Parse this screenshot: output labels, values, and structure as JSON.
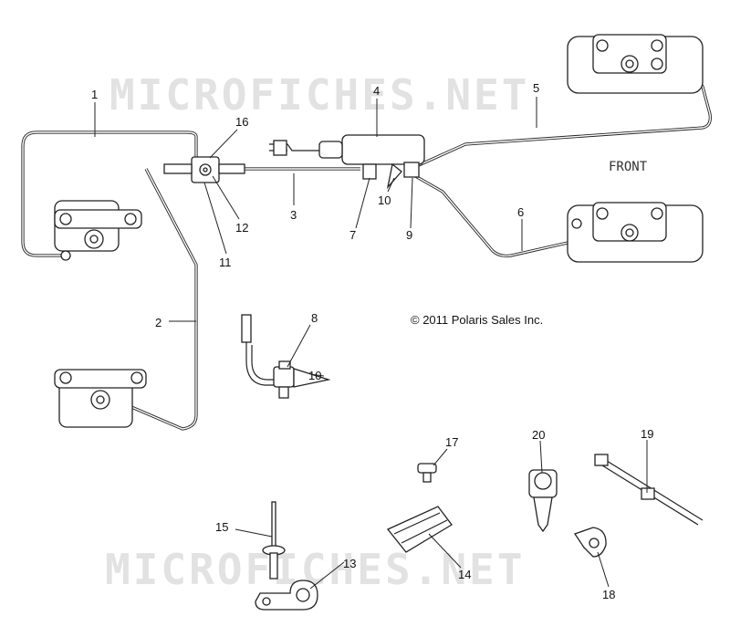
{
  "watermark": {
    "top": "MICROFICHES.NET",
    "bottom": "MICROFICHES.NET"
  },
  "orientation_label": "FRONT",
  "copyright": "© 2011 Polaris Sales Inc.",
  "callouts": [
    "1",
    "2",
    "3",
    "4",
    "5",
    "6",
    "7",
    "8",
    "9",
    "10",
    "10",
    "11",
    "12",
    "13",
    "14",
    "15",
    "16",
    "17",
    "18",
    "19",
    "20"
  ]
}
